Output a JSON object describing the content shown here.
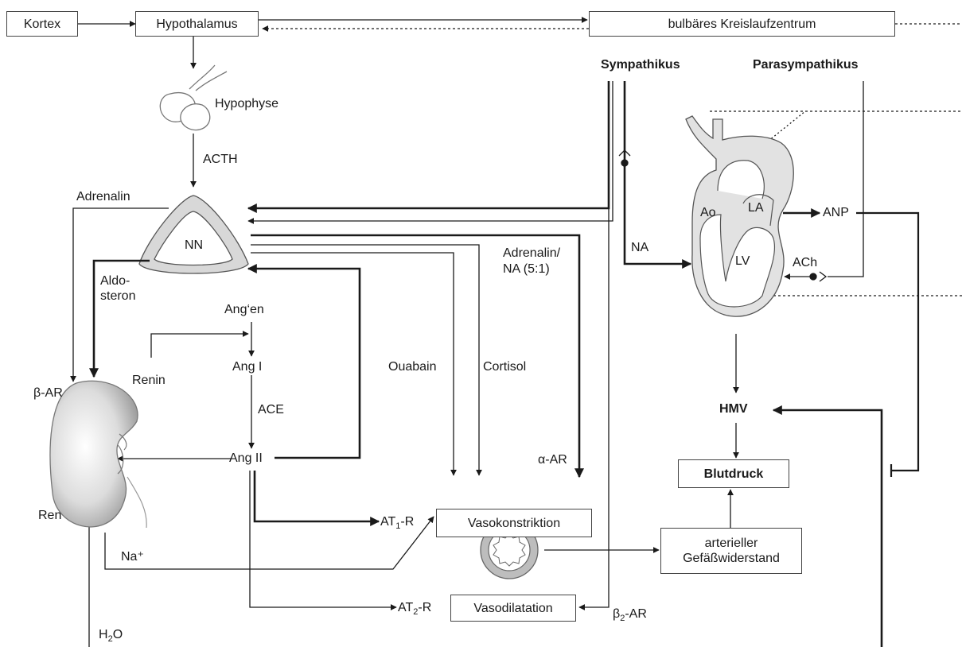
{
  "boxes": {
    "kortex": "Kortex",
    "hypothalamus": "Hypothalamus",
    "kreislaufzentrum": "bulbäres Kreislaufzentrum",
    "vasokonstriktion": "Vasokonstriktion",
    "vasodilatation": "Vasodilatation",
    "blutdruck": "Blutdruck",
    "widerstand_line1": "arterieller",
    "widerstand_line2": "Gefäßwiderstand"
  },
  "labels": {
    "sympathikus": "Sympathikus",
    "parasympathikus": "Parasympathikus",
    "hypophyse": "Hypophyse",
    "acth": "ACTH",
    "adrenalin": "Adrenalin",
    "nn": "NN",
    "aldosteron_line1": "Aldo-",
    "aldosteron_line2": "steron",
    "angen": "Ang‘en",
    "renin": "Renin",
    "ang1": "Ang I",
    "ace": "ACE",
    "ang2": "Ang II",
    "beta_ar": "β-AR",
    "ren": "Ren",
    "na_plus": "Na⁺",
    "h2o_main": "H",
    "h2o_sub": "2",
    "h2o_end": "O",
    "ouabain": "Ouabain",
    "cortisol": "Cortisol",
    "adrenalin_na_line1": "Adrenalin/",
    "adrenalin_na_line2": "NA (5:1)",
    "alpha_ar": "α-AR",
    "at1_main": "AT",
    "at1_sub": "1",
    "at1_end": "-R",
    "at2_main": "AT",
    "at2_sub": "2",
    "at2_end": "-R",
    "beta2_main": "β",
    "beta2_sub": "2",
    "beta2_end": "-AR",
    "na": "NA",
    "ao": "Ao",
    "la": "LA",
    "lv": "LV",
    "anp": "ANP",
    "ach": "ACh",
    "hmv": "HMV"
  }
}
